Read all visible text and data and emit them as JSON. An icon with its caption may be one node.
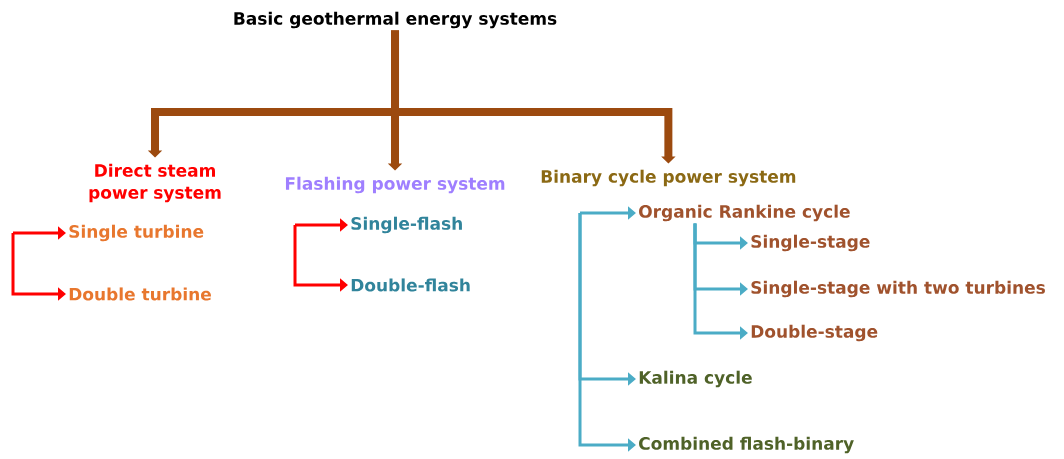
{
  "diagram": {
    "nodes": [
      {
        "text": [
          "Basic geothermal energy systems"
        ]
      },
      {
        "text": [
          "Direct steam power system"
        ]
      },
      {
        "text": [
          "Flashing power system"
        ]
      },
      {
        "text": [
          "Binary cycle power system"
        ]
      },
      {
        "text": [
          "Single turbine"
        ]
      },
      {
        "text": [
          "Double turbine"
        ]
      },
      {
        "text": [
          "Single-flash"
        ]
      },
      {
        "text": [
          "Double-flash"
        ]
      },
      {
        "text": [
          "Organic Rankine cycle"
        ]
      },
      {
        "text": [
          "Single-stage"
        ]
      },
      {
        "text": [
          "Single-stage with two turbines"
        ]
      },
      {
        "text": [
          "Double-stage"
        ]
      },
      {
        "text": [
          "Kalina cycle"
        ]
      },
      {
        "text": [
          "Combined flash-binary"
        ]
      }
    ],
    "edges": [
      {
        "from": 0,
        "to": 1,
        "arrow": "to",
        "style": "thick",
        "color": "#9c4a0f"
      },
      {
        "from": 0,
        "to": 2,
        "arrow": "to",
        "style": "thick",
        "color": "#9c4a0f"
      },
      {
        "from": 0,
        "to": 3,
        "arrow": "to",
        "style": "thick",
        "color": "#9c4a0f"
      },
      {
        "from": null,
        "to": 4,
        "arrow": "to",
        "color": "#ff0000"
      },
      {
        "from": null,
        "to": 5,
        "arrow": "to",
        "color": "#ff0000"
      },
      {
        "from": null,
        "to": 6,
        "arrow": "to",
        "color": "#ff0000"
      },
      {
        "from": null,
        "to": 7,
        "arrow": "to",
        "color": "#ff0000"
      },
      {
        "from": null,
        "to": 8,
        "arrow": "to",
        "color": "#4bacc6"
      },
      {
        "from": 8,
        "to": 9,
        "arrow": "to",
        "color": "#4bacc6"
      },
      {
        "from": 8,
        "to": 10,
        "arrow": "to",
        "color": "#4bacc6"
      },
      {
        "from": 8,
        "to": 11,
        "arrow": "to",
        "color": "#4bacc6"
      },
      {
        "from": null,
        "to": 12,
        "arrow": "to",
        "color": "#4bacc6"
      },
      {
        "from": null,
        "to": 13,
        "arrow": "to",
        "color": "#4bacc6"
      }
    ]
  }
}
